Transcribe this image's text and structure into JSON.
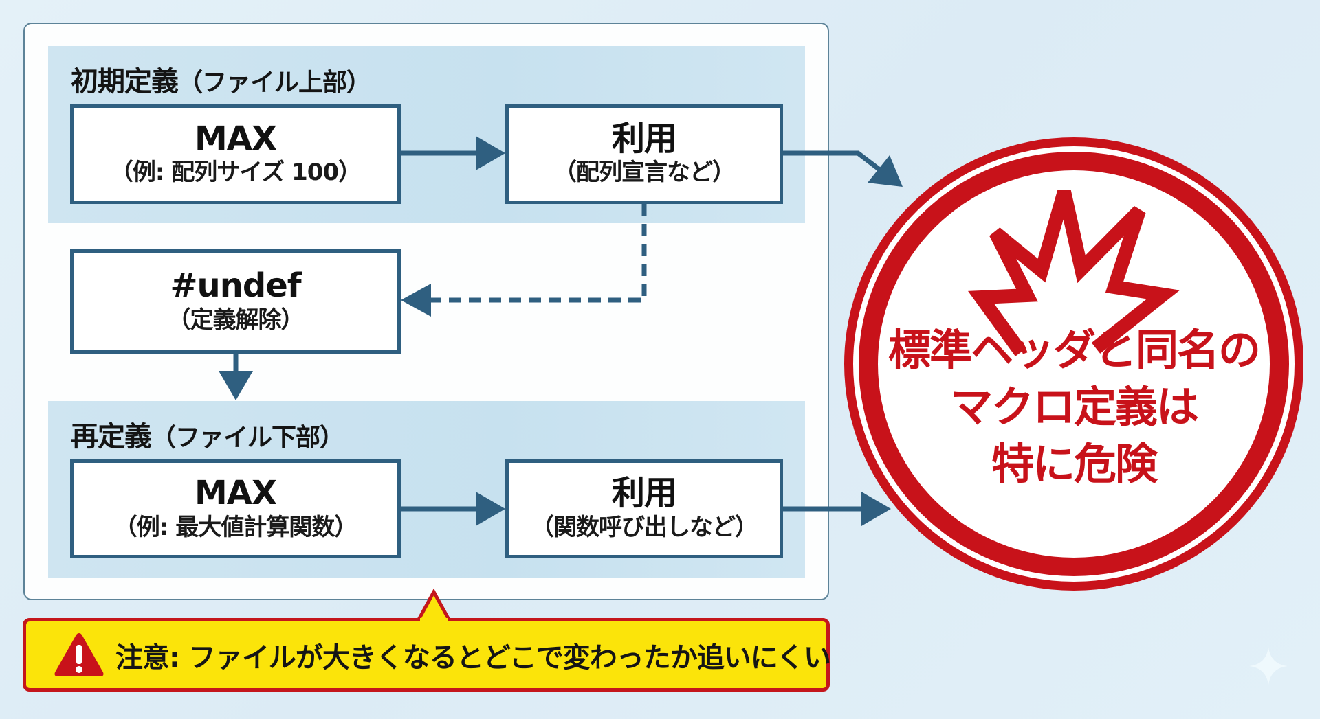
{
  "diagram": {
    "top_section": {
      "title": "初期定義",
      "title_note": "（ファイル上部）",
      "definition_box": {
        "main": "MAX",
        "sub": "（例: 配列サイズ 100）"
      },
      "usage_box": {
        "main": "利用",
        "sub": "（配列宣言など）"
      }
    },
    "undef_box": {
      "main": "#undef",
      "sub": "（定義解除）"
    },
    "bottom_section": {
      "title": "再定義",
      "title_note": "（ファイル下部）",
      "definition_box": {
        "main": "MAX",
        "sub": "（例: 最大値計算関数）"
      },
      "usage_box": {
        "main": "利用",
        "sub": "（関数呼び出しなど）"
      }
    },
    "danger_badge": {
      "icon": "burst-icon",
      "lines": [
        "標準ヘッダと同名の",
        "マクロ定義は",
        "特に危険"
      ]
    },
    "warning_callout": {
      "icon": "warning-triangle-icon",
      "text": "注意: ファイルが大きくなるとどこで変わったか追いにくい"
    },
    "colors": {
      "background": "#dfeef7",
      "section_fill": "#c9e2f0",
      "box_border": "#2f5f80",
      "arrow": "#2f5f80",
      "danger_red": "#c8121a",
      "warning_yellow": "#fbe40a",
      "warning_border": "#c4161c"
    }
  }
}
